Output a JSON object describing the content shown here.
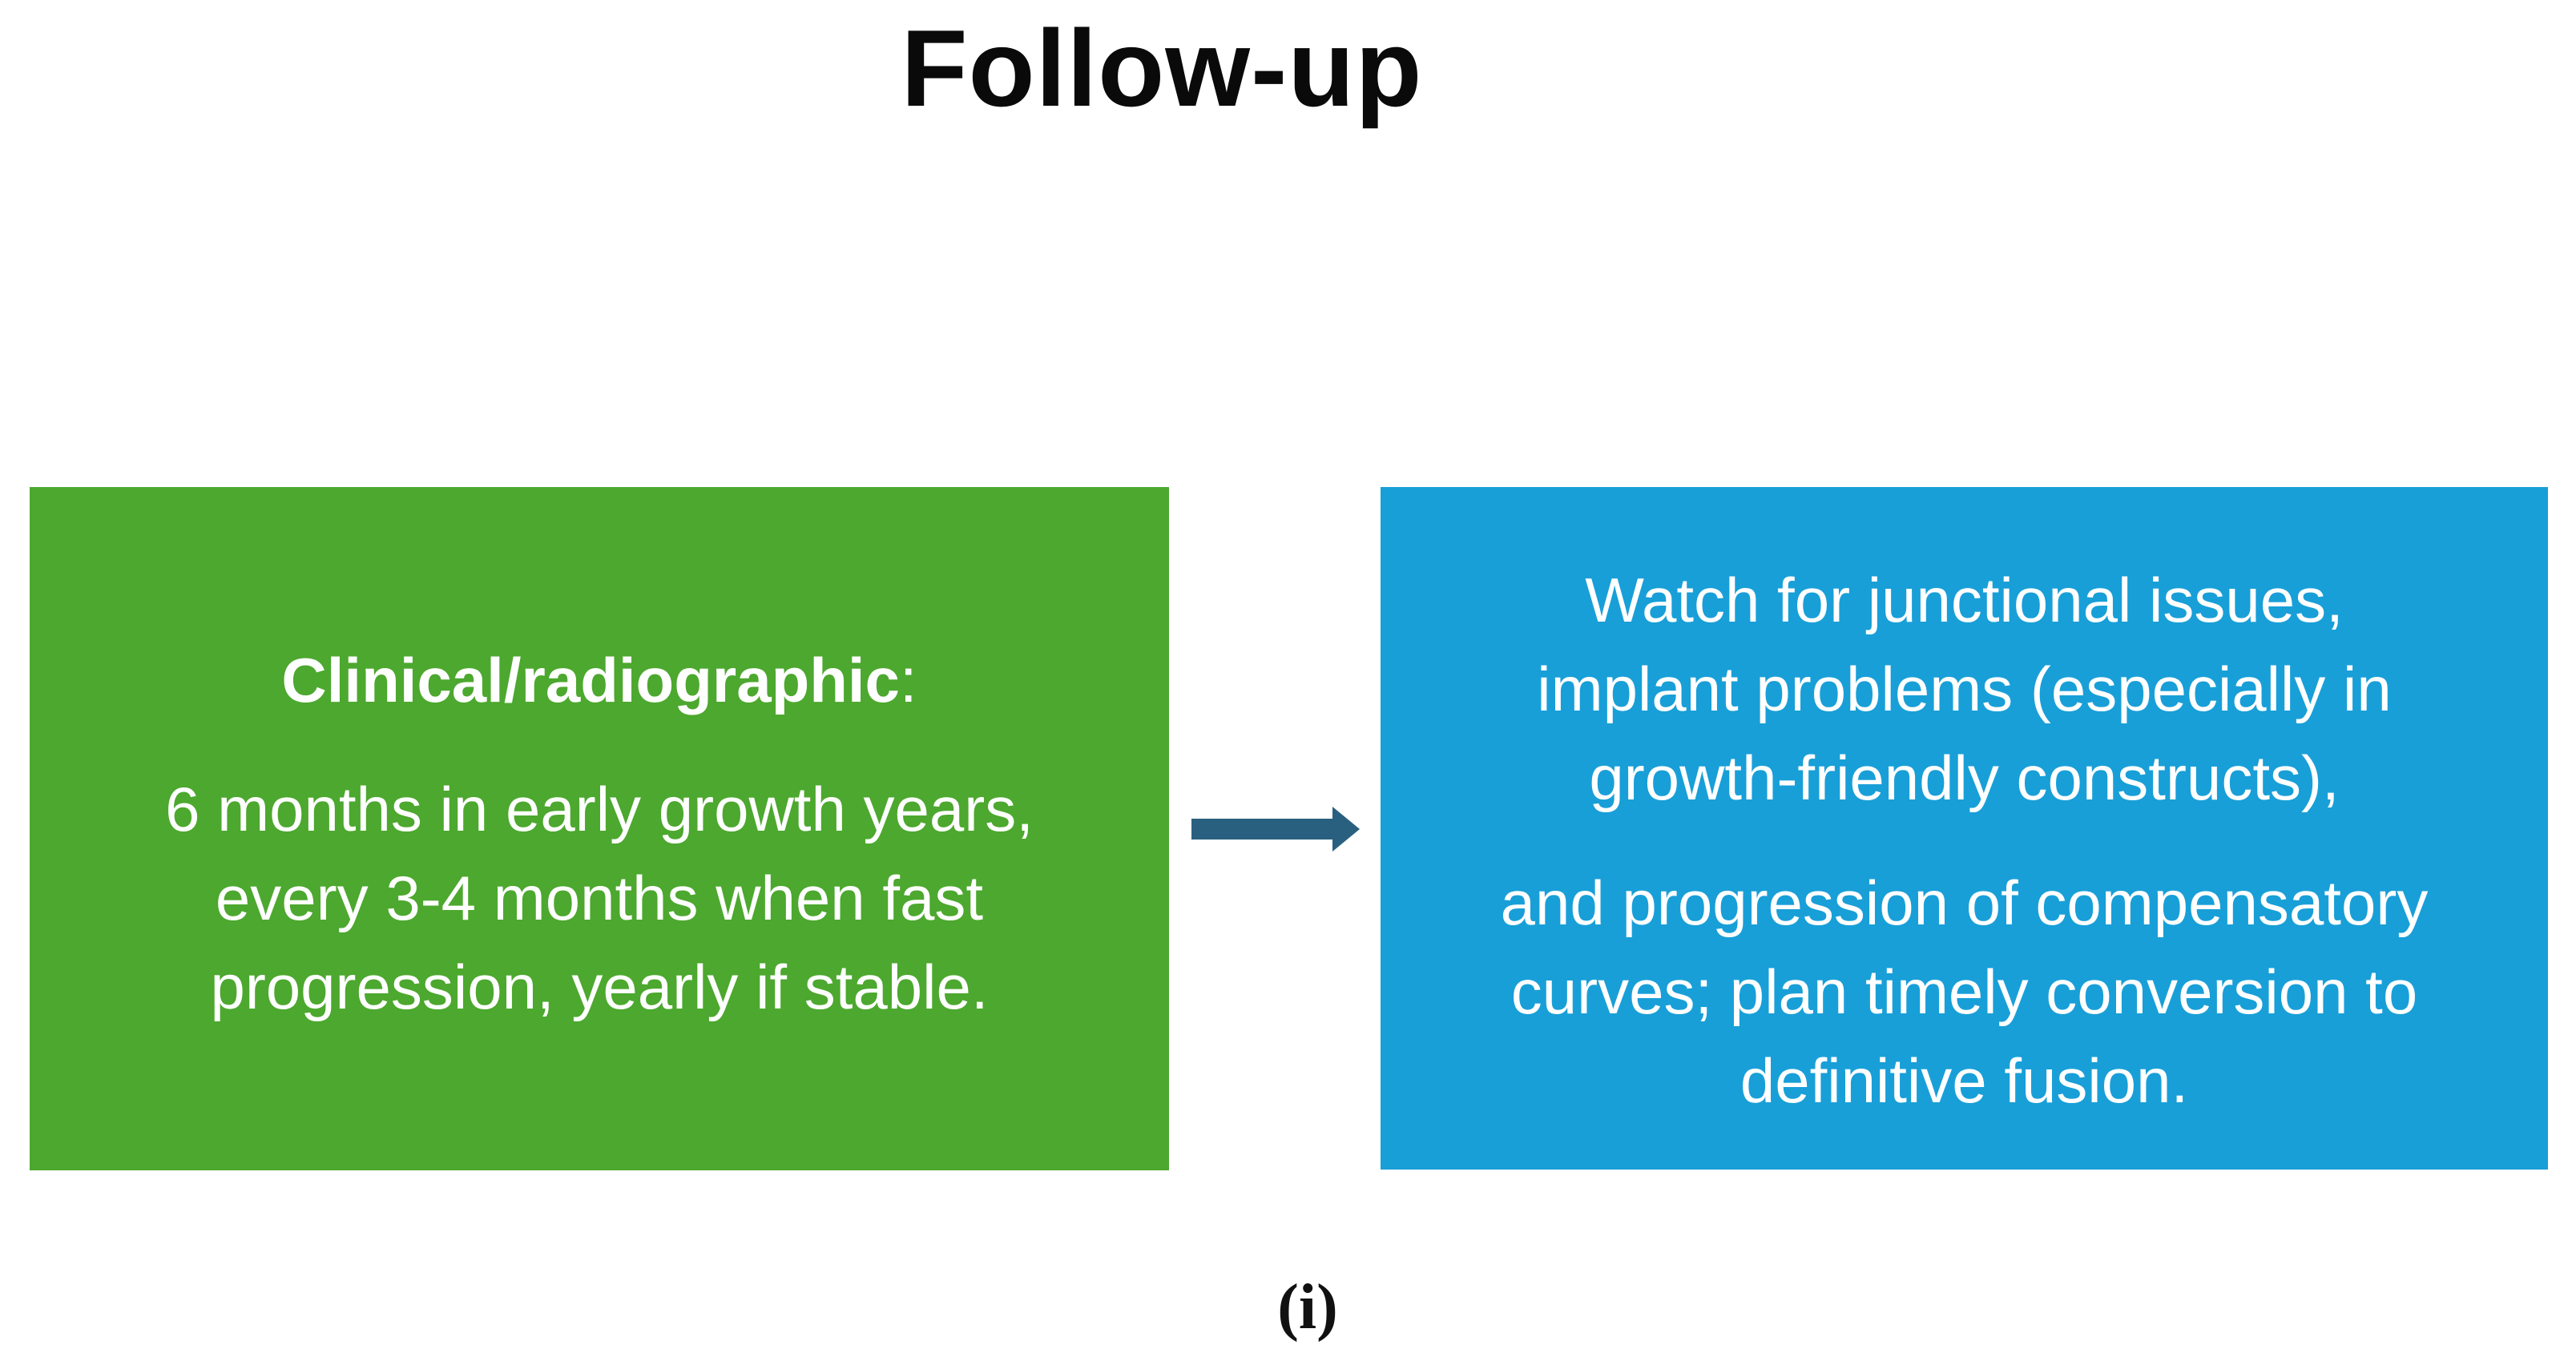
{
  "title": "Follow-up",
  "figure_label": "(i)",
  "colors": {
    "green_box": "#4CA82E",
    "blue_box": "#189FD8",
    "arrow": "#2A607F",
    "title_text": "#0A0A0A",
    "box_text": "#FFFFFF",
    "background": "#FFFFFF"
  },
  "green_box": {
    "heading": "Clinical/radiographic",
    "heading_colon": ":",
    "lines": [
      "6 months in early growth years,",
      "every 3-4 months when fast",
      "progression, yearly if stable."
    ]
  },
  "blue_box": {
    "paragraph1_lines": [
      "Watch for junctional issues,",
      "implant problems (especially in",
      "growth-friendly constructs),"
    ],
    "paragraph2_lines": [
      "and progression of compensatory",
      "curves; plan timely conversion to",
      "definitive fusion."
    ]
  },
  "arrow": {
    "icon": "right-arrow-icon",
    "direction": "right"
  }
}
